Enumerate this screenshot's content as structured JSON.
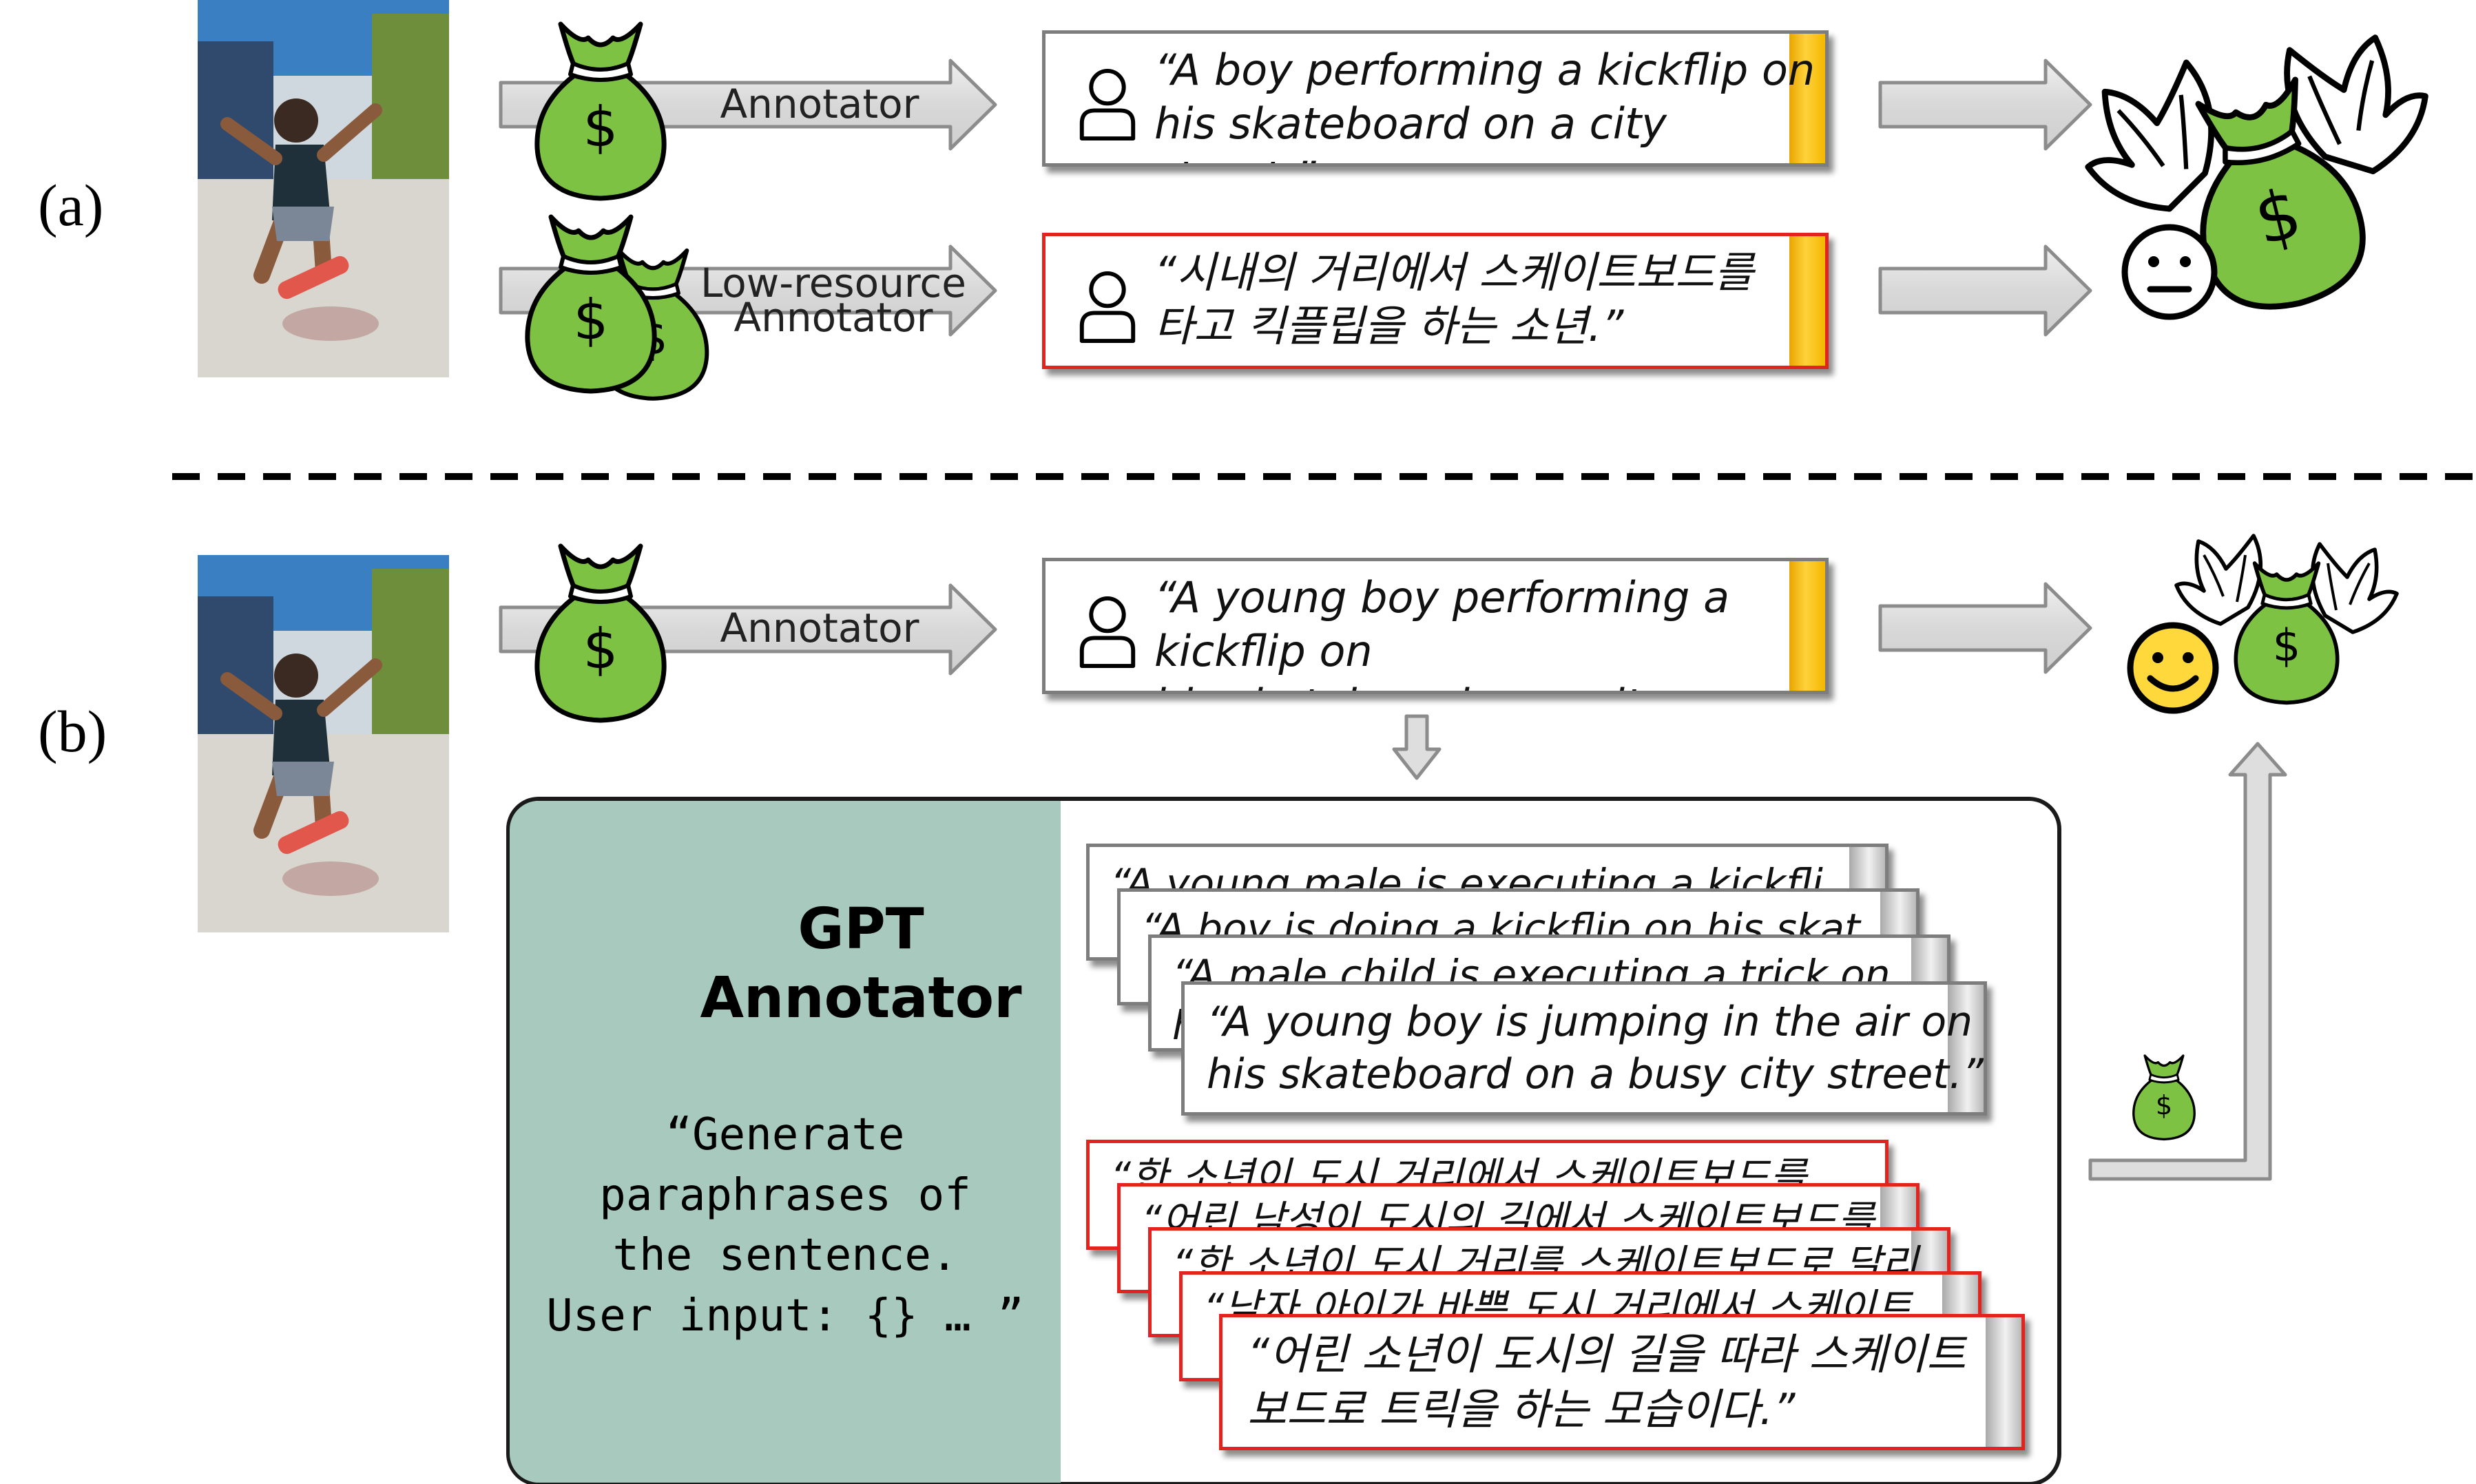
{
  "panels": {
    "a_label": "(a)",
    "b_label": "(b)"
  },
  "panel_a": {
    "row1": {
      "arrow_label": "Annotator",
      "caption": "“A boy performing a kickflip on\nhis skateboard on a city street.”"
    },
    "row2": {
      "arrow_label_line1": "Low-resource",
      "arrow_label_line2": "Annotator",
      "caption": "“시내의 거리에서 스케이트보드를\n타고 킥플립을 하는 소년.”"
    },
    "result_icons": [
      "winged-money-bag-icon",
      "neutral-face-icon"
    ]
  },
  "panel_b": {
    "arrow_label": "Annotator",
    "caption": "“A young boy performing a kickflip on\nhis skateboard on a city street.”",
    "gpt": {
      "title_line1": "GPT",
      "title_line2": "Annotator",
      "prompt": "“Generate\nparaphrases of\nthe sentence.\nUser input: {} … ”"
    },
    "english_paraphrases": [
      "“A young male is executing a kickfli",
      "“A boy is doing a kickflip on his skat",
      "“A male child is executing a trick on his",
      "“A young boy is jumping in the air on\nhis skateboard on a busy city street.”"
    ],
    "korean_paraphrases": [
      "“한 소년이 도시 거리에서 스케이트보드를",
      "“어린 남성이 도시의 길에서 스케이트보드를",
      "“한 소년이 도시 거리를 스케이트보드로 달리",
      "“남자 아이가 바쁜 도시 거리에서 스케이트",
      "“어린 소년이 도시의 길을 따라 스케이트\n보드로 트릭을 하는 모습이다.”"
    ],
    "result_icons": [
      "winged-money-bag-icon",
      "smiley-face-icon",
      "small-money-bag-icon"
    ]
  },
  "colors": {
    "money_green": "#7dc242",
    "caption_border": "#7d7d7d",
    "korean_border": "#e3231e",
    "gold_sidebar": "#f3b800",
    "gpt_panel": "#a8c9bd",
    "smiley_yellow": "#ffd83b"
  }
}
